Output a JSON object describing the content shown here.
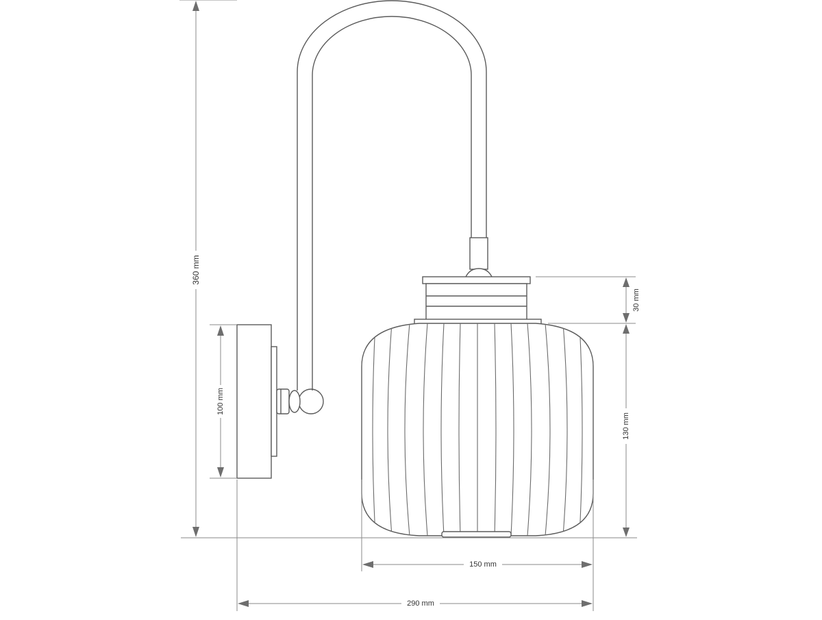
{
  "diagram": {
    "subject": "wall lamp dimension drawing",
    "colors": {
      "outline": "#5a5a5a",
      "dimension_line": "#8a8a8a",
      "arrow": "#6e6e6e",
      "label": "#333333"
    },
    "dimensions": {
      "total_height": "360 mm",
      "plate_height": "100 mm",
      "holder_height": "30 mm",
      "shade_height": "130 mm",
      "shade_width": "150 mm",
      "total_depth": "290 mm"
    }
  }
}
